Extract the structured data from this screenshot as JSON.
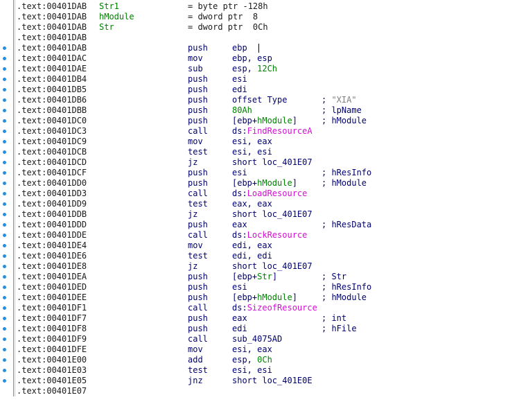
{
  "listing": {
    "rows": [
      {
        "addr": ".text:00401DAB",
        "label": "Str1",
        "eq": "= byte ptr -128h",
        "dot": false
      },
      {
        "addr": ".text:00401DAB",
        "label": "hModule",
        "eq": "= dword ptr  8",
        "dot": false
      },
      {
        "addr": ".text:00401DAB",
        "label": "Str",
        "eq": "= dword ptr  0Ch",
        "dot": false
      },
      {
        "addr": ".text:00401DAB",
        "dot": false
      },
      {
        "addr": ".text:00401DAB",
        "mnem": "push",
        "ops": "ebp",
        "dot": true,
        "current": true
      },
      {
        "addr": ".text:00401DAC",
        "mnem": "mov",
        "ops": "ebp, esp",
        "dot": true
      },
      {
        "addr": ".text:00401DAE",
        "mnem": "sub",
        "ops": "esp, 12Ch",
        "dot": true
      },
      {
        "addr": ".text:00401DB4",
        "mnem": "push",
        "ops": "esi",
        "dot": true
      },
      {
        "addr": ".text:00401DB5",
        "mnem": "push",
        "ops": "edi",
        "dot": true
      },
      {
        "addr": ".text:00401DB6",
        "mnem": "push",
        "ops": "offset Type",
        "cmt": "; \"XIA\"",
        "dot": true
      },
      {
        "addr": ".text:00401DBB",
        "mnem": "push",
        "ops": "80Ah",
        "cmt": "; lpName",
        "dot": true
      },
      {
        "addr": ".text:00401DC0",
        "mnem": "push",
        "ops": "[ebp+hModule]",
        "cmt": "; hModule",
        "dot": true
      },
      {
        "addr": ".text:00401DC3",
        "mnem": "call",
        "ops": "ds:FindResourceA",
        "dot": true
      },
      {
        "addr": ".text:00401DC9",
        "mnem": "mov",
        "ops": "esi, eax",
        "dot": true
      },
      {
        "addr": ".text:00401DCB",
        "mnem": "test",
        "ops": "esi, esi",
        "dot": true
      },
      {
        "addr": ".text:00401DCD",
        "mnem": "jz",
        "ops": "short loc_401E07",
        "dot": true
      },
      {
        "addr": ".text:00401DCF",
        "mnem": "push",
        "ops": "esi",
        "cmt": "; hResInfo",
        "dot": true
      },
      {
        "addr": ".text:00401DD0",
        "mnem": "push",
        "ops": "[ebp+hModule]",
        "cmt": "; hModule",
        "dot": true
      },
      {
        "addr": ".text:00401DD3",
        "mnem": "call",
        "ops": "ds:LoadResource",
        "dot": true
      },
      {
        "addr": ".text:00401DD9",
        "mnem": "test",
        "ops": "eax, eax",
        "dot": true
      },
      {
        "addr": ".text:00401DDB",
        "mnem": "jz",
        "ops": "short loc_401E07",
        "dot": true
      },
      {
        "addr": ".text:00401DDD",
        "mnem": "push",
        "ops": "eax",
        "cmt": "; hResData",
        "dot": true
      },
      {
        "addr": ".text:00401DDE",
        "mnem": "call",
        "ops": "ds:LockResource",
        "dot": true
      },
      {
        "addr": ".text:00401DE4",
        "mnem": "mov",
        "ops": "edi, eax",
        "dot": true
      },
      {
        "addr": ".text:00401DE6",
        "mnem": "test",
        "ops": "edi, edi",
        "dot": true
      },
      {
        "addr": ".text:00401DE8",
        "mnem": "jz",
        "ops": "short loc_401E07",
        "dot": true
      },
      {
        "addr": ".text:00401DEA",
        "mnem": "push",
        "ops": "[ebp+Str]",
        "cmt": "; Str",
        "dot": true
      },
      {
        "addr": ".text:00401DED",
        "mnem": "push",
        "ops": "esi",
        "cmt": "; hResInfo",
        "dot": true
      },
      {
        "addr": ".text:00401DEE",
        "mnem": "push",
        "ops": "[ebp+hModule]",
        "cmt": "; hModule",
        "dot": true
      },
      {
        "addr": ".text:00401DF1",
        "mnem": "call",
        "ops": "ds:SizeofResource",
        "dot": true
      },
      {
        "addr": ".text:00401DF7",
        "mnem": "push",
        "ops": "eax",
        "cmt": "; int",
        "dot": true
      },
      {
        "addr": ".text:00401DF8",
        "mnem": "push",
        "ops": "edi",
        "cmt": "; hFile",
        "dot": true
      },
      {
        "addr": ".text:00401DF9",
        "mnem": "call",
        "ops": "sub_4075AD",
        "dot": true
      },
      {
        "addr": ".text:00401DFE",
        "mnem": "mov",
        "ops": "esi, eax",
        "dot": true
      },
      {
        "addr": ".text:00401E00",
        "mnem": "add",
        "ops": "esp, 0Ch",
        "dot": true
      },
      {
        "addr": ".text:00401E03",
        "mnem": "test",
        "ops": "esi, esi",
        "dot": true
      },
      {
        "addr": ".text:00401E05",
        "mnem": "jnz",
        "ops": "short loc_401E0E",
        "dot": true
      },
      {
        "addr": ".text:00401E07",
        "dot": false
      }
    ]
  },
  "colors": {
    "address_current": "#1f2fb8",
    "label": "#008000",
    "api_name": "#d010d0",
    "instruction": "#00006e",
    "string_comment": "#808080",
    "breakpoint_dot": "#2a8fd8"
  },
  "icons": {
    "row_marker": "dot-icon"
  }
}
